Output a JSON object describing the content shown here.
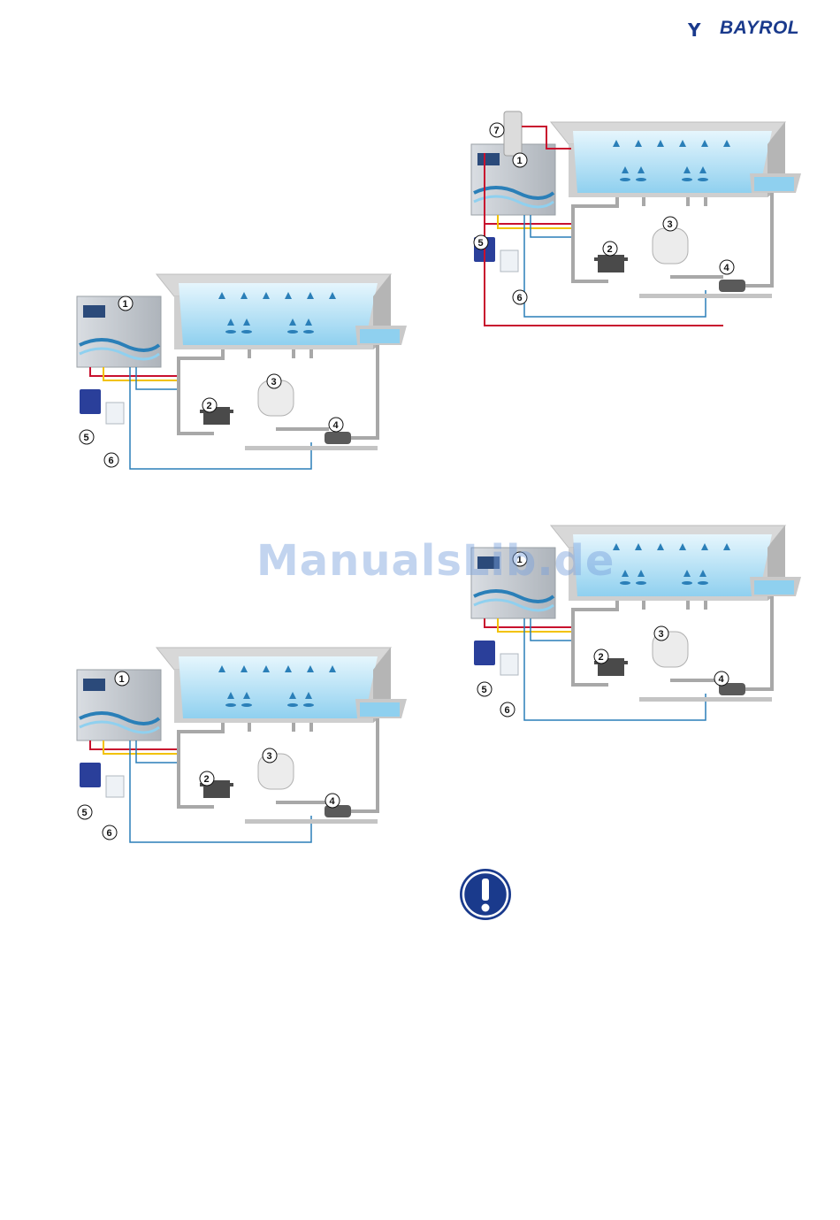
{
  "header": {
    "brand": "BAYROL",
    "brand_mark": "Y"
  },
  "watermark": "ManualsLib.de",
  "diagrams": [
    {
      "labels": [
        "1",
        "2",
        "3",
        "4",
        "5",
        "6"
      ]
    },
    {
      "labels": [
        "1",
        "2",
        "3",
        "4",
        "5",
        "6",
        "7"
      ]
    },
    {
      "labels": [
        "1",
        "2",
        "3",
        "4",
        "5",
        "6"
      ]
    },
    {
      "labels": [
        "1",
        "2",
        "3",
        "4",
        "5",
        "6"
      ]
    }
  ],
  "notice_icon": "exclamation-icon",
  "colors": {
    "water": "#b9e3f5",
    "water_dark": "#5ab4e0",
    "pipe": "#a8a8a8",
    "red": "#c8102e",
    "yellow": "#f2c200",
    "blue_line": "#2a7fb8",
    "brand": "#1a3a8c"
  }
}
